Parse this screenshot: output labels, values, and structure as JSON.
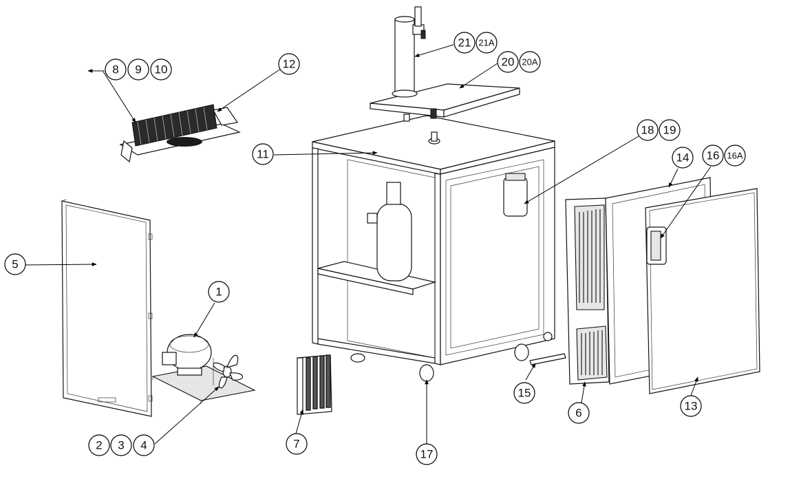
{
  "callouts": {
    "c1": "1",
    "c2": "2",
    "c3": "3",
    "c4": "4",
    "c5": "5",
    "c6": "6",
    "c7": "7",
    "c8": "8",
    "c9": "9",
    "c10": "10",
    "c11": "11",
    "c12": "12",
    "c13": "13",
    "c14": "14",
    "c15": "15",
    "c16": "16",
    "c16a": "16A",
    "c17": "17",
    "c18": "18",
    "c19": "19",
    "c20": "20",
    "c20a": "20A",
    "c21": "21",
    "c21a": "21A"
  }
}
